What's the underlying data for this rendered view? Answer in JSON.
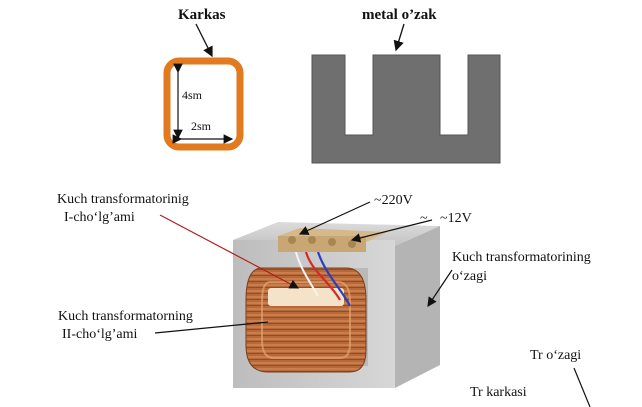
{
  "top": {
    "bobbin_title": "Karkas",
    "bobbin_height": "4sm",
    "bobbin_width": "2sm",
    "core_title": "metal o’zak"
  },
  "transformer": {
    "primary_label_line1": "Kuch transformatorinig",
    "primary_label_line2": "I-cho‘lg’ami",
    "secondary_label_line1": "Kuch transformatorning",
    "secondary_label_line2": "II-cho‘lg’ami",
    "voltage_high": "~220V",
    "voltage_low_prefix": "~",
    "voltage_low": "~12V",
    "core_label_line1": "Kuch transformatorining",
    "core_label_line2": "o‘zagi"
  },
  "bottom_right": {
    "tr_core": "Tr  o‘zagi",
    "tr_bobbin": "Tr  karkasi"
  },
  "colors": {
    "bobbin_stroke": "#e27a1f",
    "core_fill": "#6f6f6f",
    "copper": "#b8693a",
    "transformer_core": "#c9c9c9"
  }
}
